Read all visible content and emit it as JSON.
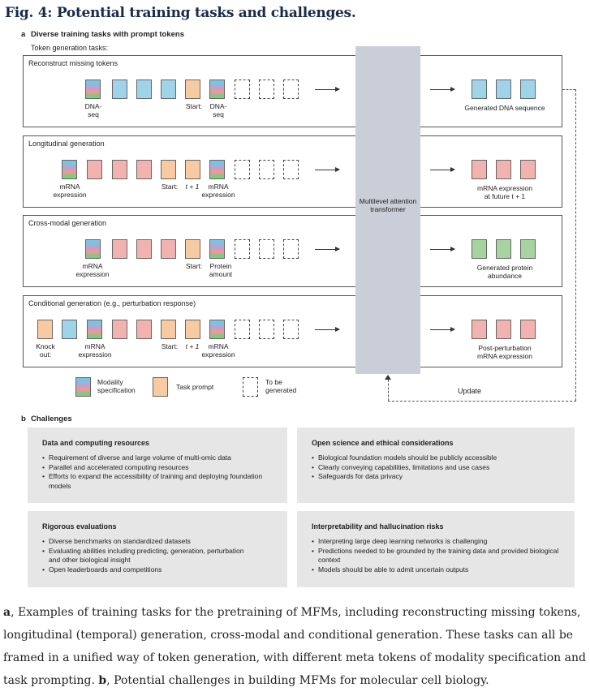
{
  "figure": {
    "title": "Fig. 4: Potential training tasks and challenges.",
    "panel_a": {
      "letter": "a",
      "title": "Diverse training tasks with prompt tokens",
      "subtitle": "Token generation tasks:"
    },
    "panel_b": {
      "letter": "b",
      "title": "Challenges"
    },
    "transformer_label": "Multilevel attention transformer",
    "update_label": "Update",
    "tasks": [
      {
        "title": "Reconstruct missing tokens",
        "labels": [
          "DNA-\nseq",
          "Start:",
          "DNA-\nseq"
        ],
        "output": "Generated DNA sequence"
      },
      {
        "title": "Longitudinal generation",
        "labels": [
          "mRNA\nexpression",
          "Start:",
          "t + 1",
          "mRNA\nexpression"
        ],
        "output": "mRNA expression\nat future t + 1"
      },
      {
        "title": "Cross-modal generation",
        "labels": [
          "mRNA\nexpression",
          "Start:",
          "Protein\namount"
        ],
        "output": "Generated protein\nabundance"
      },
      {
        "title": "Conditional generation (e.g., perturbation response)",
        "labels": [
          "Knock\nout:",
          "mRNA\nexpression",
          "Start:",
          "t + 1",
          "mRNA\nexpression"
        ],
        "output": "Post-perturbation\nmRNA expression"
      }
    ],
    "legend": [
      {
        "label": "Modality\nspecification"
      },
      {
        "label": "Task prompt"
      },
      {
        "label": "To be\ngenerated"
      }
    ],
    "challenges": [
      {
        "title": "Data and computing resources",
        "items": [
          "Requirement of diverse and large volume of multi-omic data",
          "Parallel and accelerated computing resources",
          "Efforts to expand the accessibility of training and deploying foundation models"
        ]
      },
      {
        "title": "Open science and ethical considerations",
        "items": [
          "Biological foundation models should be publicly accessible",
          "Clearly conveying capabilities, limitations and use cases",
          "Safeguards for data privacy"
        ]
      },
      {
        "title": "Rigorous evaluations",
        "items": [
          "Diverse benchmarks on standardized datasets",
          "Evaluating abilities including predicting, generation, perturbation and other biological insight",
          "Open leaderboards and competitions"
        ]
      },
      {
        "title": "Interpretability and hallucination risks",
        "items": [
          "Interpreting large deep learning networks is challenging",
          "Predictions needed to be grounded by the training data and provided biological context",
          "Models should be able to admit uncertain outputs"
        ]
      }
    ],
    "caption": {
      "a_letter": "a",
      "a_text": ", Examples of training tasks for the pretraining of MFMs, including reconstructing missing tokens, longitudinal (temporal) generation, cross-modal and conditional generation. These tasks can all be framed in a unified way of token generation, with different meta tokens of modality specification and task prompting. ",
      "b_letter": "b",
      "b_text": ", Potential challenges in building MFMs for molecular cell biology."
    },
    "colors": {
      "dna": "#9fd3ea",
      "mrna": "#f2b2b0",
      "protein": "#a6d3a0",
      "prompt": "#f8caa1",
      "transformer": "#c9ced8",
      "panel_bg": "#e6e6e6"
    }
  }
}
